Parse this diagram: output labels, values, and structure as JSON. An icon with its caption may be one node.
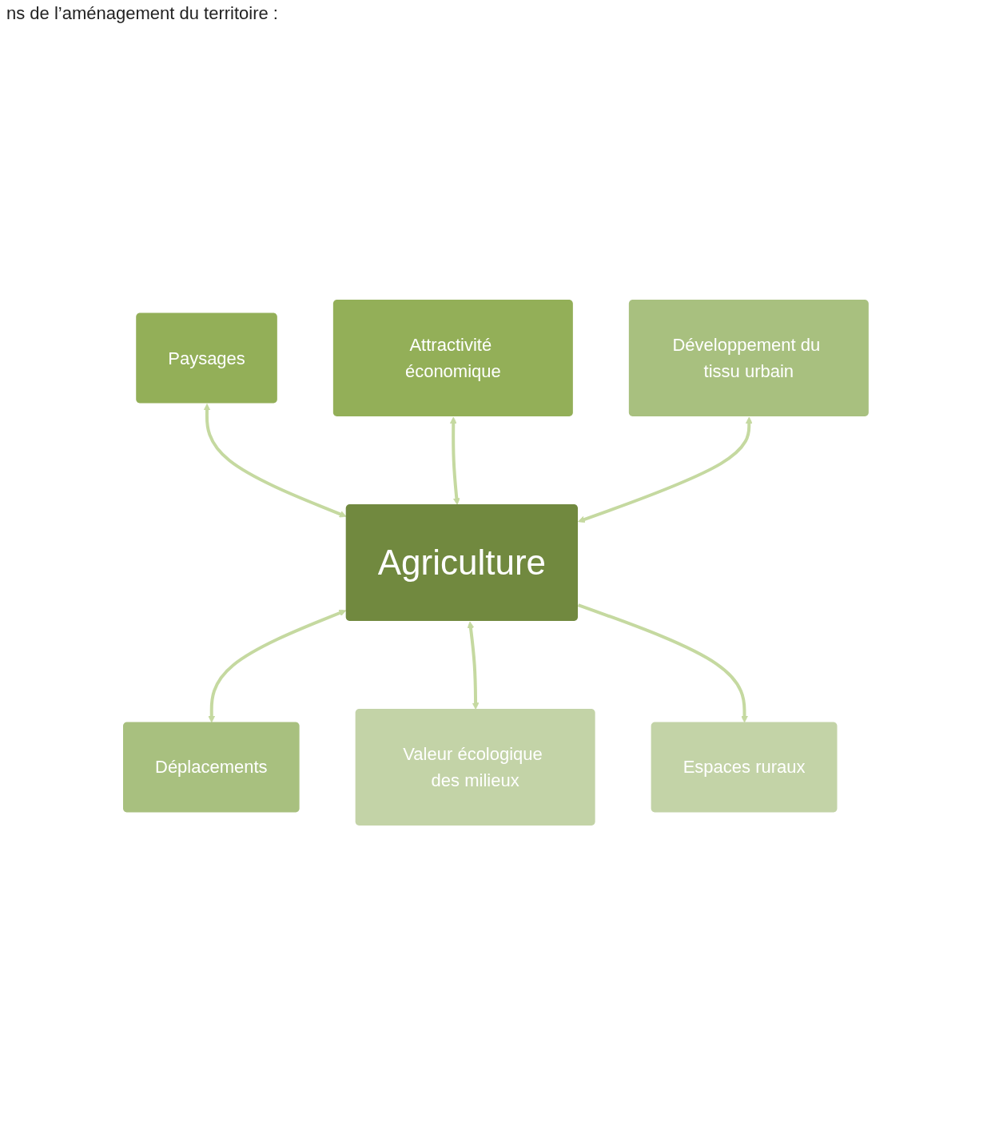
{
  "diagram": {
    "nodes": [
      {
        "text": [
          "Paysages"
        ]
      },
      {
        "text": [
          "Attractivité économique"
        ]
      },
      {
        "text": [
          "Développement du tissu urbain"
        ]
      },
      {
        "text": [
          "Agriculture"
        ]
      },
      {
        "text": [
          "Déplacements"
        ]
      },
      {
        "text": [
          "Valeur écologique des milieux"
        ]
      },
      {
        "text": [
          "Espaces ruraux"
        ]
      }
    ],
    "edges": [
      {
        "from": 0,
        "to": 3,
        "arrow": "both",
        "color": "#c5d9a0"
      },
      {
        "from": 1,
        "to": 3,
        "arrow": "both",
        "color": "#c5d9a0"
      },
      {
        "from": 2,
        "to": 3,
        "arrow": "both",
        "color": "#c5d9a0"
      },
      {
        "from": 3,
        "to": 4,
        "arrow": "both",
        "color": "#c5d9a0"
      },
      {
        "from": 3,
        "to": 5,
        "arrow": "both",
        "color": "#c5d9a0"
      },
      {
        "from": 3,
        "to": 6,
        "arrow": "to",
        "color": "#c5d9a0"
      }
    ],
    "labels": [
      "ns de l’aménagement du territoire :"
    ]
  }
}
